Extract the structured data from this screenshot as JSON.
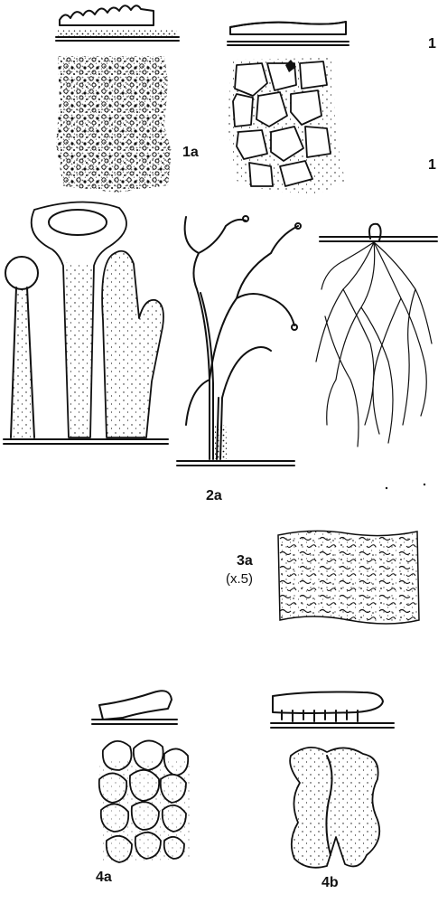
{
  "labels": {
    "fig_1a": "1a",
    "fig_2a": "2a",
    "fig_3a": "3a",
    "fig_3a_scale": "(x.5)",
    "fig_4a": "4a",
    "fig_4b": "4b",
    "edge_1_top": "1",
    "edge_1_mid": "1"
  },
  "colors": {
    "ink": "#111111",
    "paper": "#ffffff"
  }
}
